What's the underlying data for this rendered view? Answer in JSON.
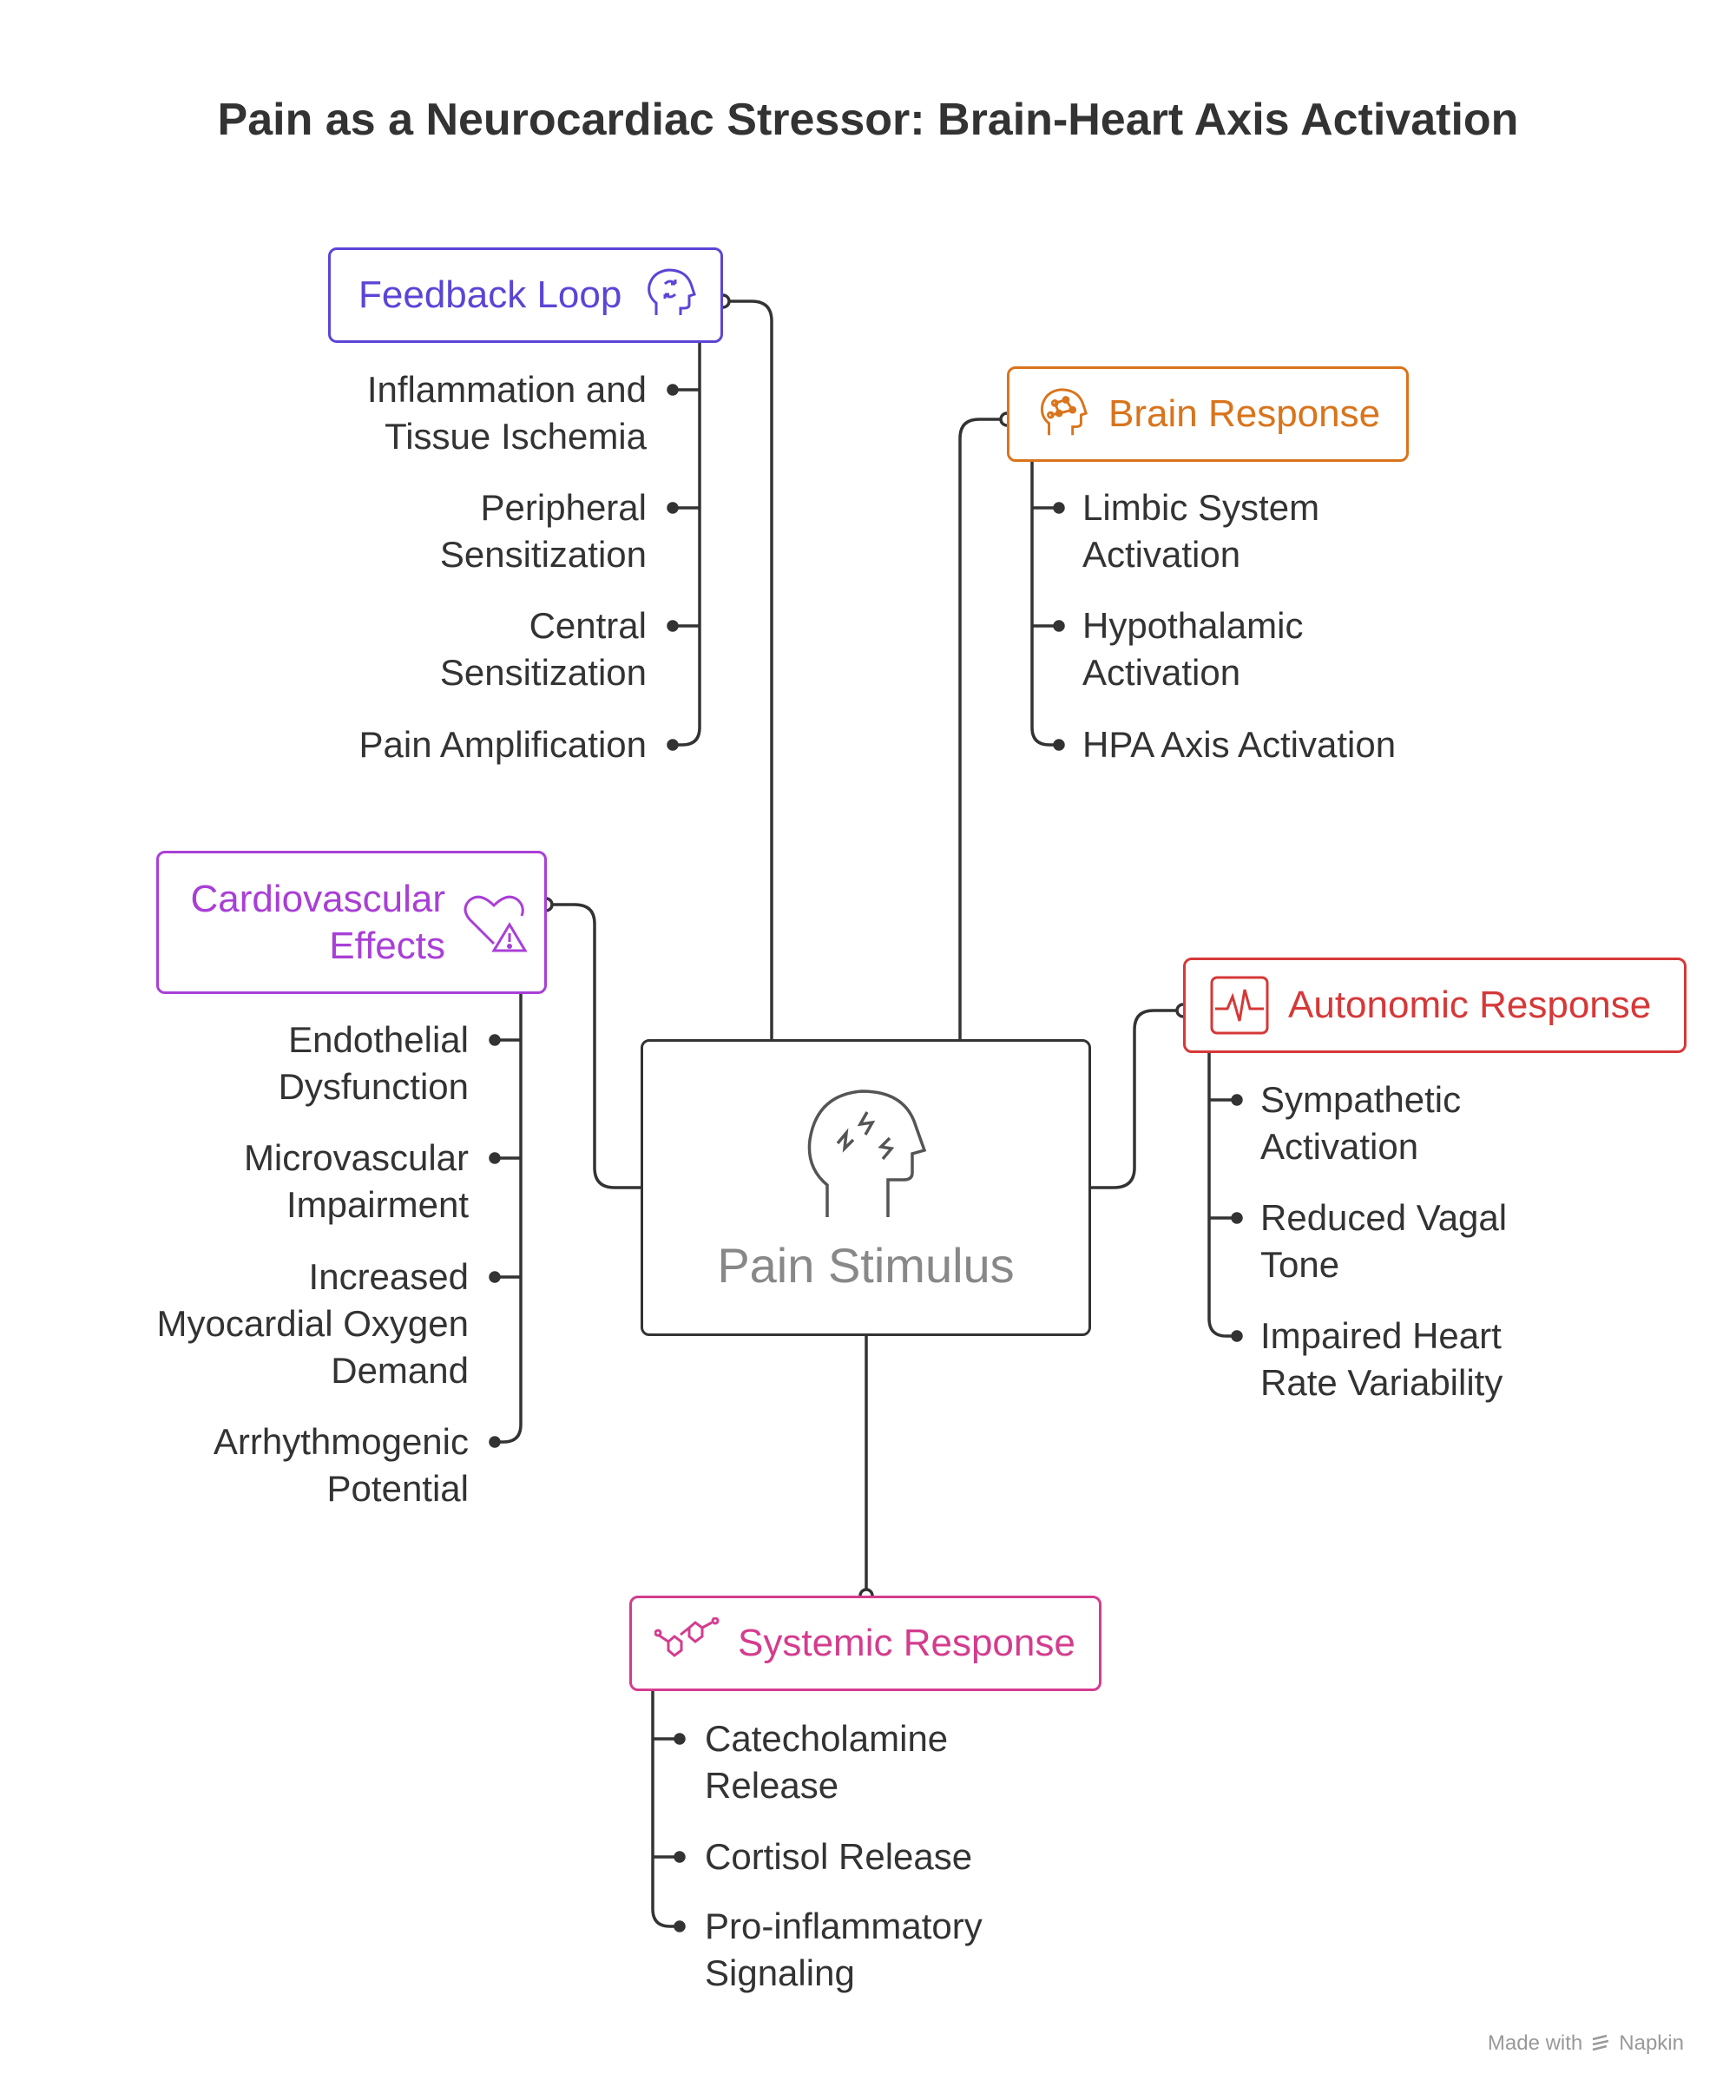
{
  "title": "Pain as a Neurocardiac Stressor: Brain-Heart Axis Activation",
  "center": {
    "label": "Pain Stimulus",
    "icon": "headache-head-icon"
  },
  "colors": {
    "feedback": "#5b45d6",
    "brain": "#d9741c",
    "cardio": "#a93fd6",
    "autonomic": "#d63838",
    "systemic": "#d43c8e",
    "line": "#333333"
  },
  "branches": {
    "feedback": {
      "label": "Feedback Loop",
      "icon": "head-cycle-icon",
      "items": [
        [
          "Inflammation and",
          "Tissue Ischemia"
        ],
        [
          "Peripheral",
          "Sensitization"
        ],
        [
          "Central",
          "Sensitization"
        ],
        [
          "Pain Amplification"
        ]
      ]
    },
    "brain": {
      "label": "Brain Response",
      "icon": "brain-head-icon",
      "items": [
        [
          "Limbic System",
          "Activation"
        ],
        [
          "Hypothalamic",
          "Activation"
        ],
        [
          "HPA Axis Activation"
        ]
      ]
    },
    "cardio": {
      "label_lines": [
        "Cardiovascular",
        "Effects"
      ],
      "icon": "heart-warning-icon",
      "items": [
        [
          "Endothelial",
          "Dysfunction"
        ],
        [
          "Microvascular",
          "Impairment"
        ],
        [
          "Increased",
          "Myocardial Oxygen",
          "Demand"
        ],
        [
          "Arrhythmogenic",
          "Potential"
        ]
      ]
    },
    "autonomic": {
      "label": "Autonomic Response",
      "icon": "heart-rate-monitor-icon",
      "items": [
        [
          "Sympathetic",
          "Activation"
        ],
        [
          "Reduced Vagal",
          "Tone"
        ],
        [
          "Impaired Heart",
          "Rate Variability"
        ]
      ]
    },
    "systemic": {
      "label": "Systemic Response",
      "icon": "molecule-icon",
      "items": [
        [
          "Catecholamine",
          "Release"
        ],
        [
          "Cortisol Release"
        ],
        [
          "Pro-inflammatory",
          "Signaling"
        ]
      ]
    }
  },
  "footer": {
    "made_with": "Made with",
    "brand": "Napkin"
  }
}
